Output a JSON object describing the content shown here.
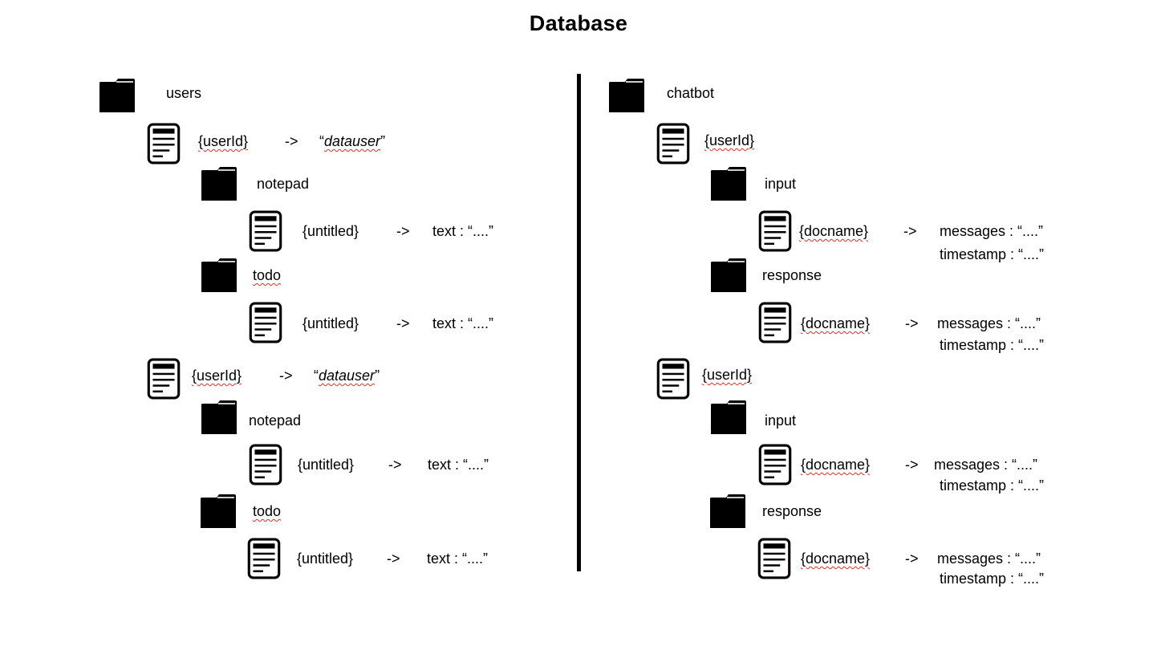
{
  "title": "Database",
  "left": {
    "root": {
      "icon": "folder-icon",
      "label": "users"
    },
    "doc1": {
      "icon": "document-icon",
      "key": "{userId}",
      "arrow": "->",
      "q_open": "“",
      "value": "datauser",
      "q_close": "”",
      "notepad": {
        "icon": "folder-icon",
        "label": "notepad",
        "doc": {
          "icon": "document-icon",
          "key": "{untitled}",
          "arrow": "->",
          "value": "text : “....”"
        }
      },
      "todo": {
        "icon": "folder-icon",
        "label": "todo",
        "doc": {
          "icon": "document-icon",
          "key": "{untitled}",
          "arrow": "->",
          "value": "text : “....”"
        }
      }
    },
    "doc2": {
      "icon": "document-icon",
      "key": "{userId}",
      "arrow": "->",
      "q_open": "“",
      "value": "datauser",
      "q_close": "”",
      "notepad": {
        "icon": "folder-icon",
        "label": "notepad",
        "doc": {
          "icon": "document-icon",
          "key": "{untitled}",
          "arrow": "->",
          "value": "text : “....”"
        }
      },
      "todo": {
        "icon": "folder-icon",
        "label": "todo",
        "doc": {
          "icon": "document-icon",
          "key": "{untitled}",
          "arrow": "->",
          "value": "text : “....”"
        }
      }
    }
  },
  "right": {
    "root": {
      "icon": "folder-icon",
      "label": "chatbot"
    },
    "doc1": {
      "icon": "document-icon",
      "key": "{userId}",
      "input": {
        "icon": "folder-icon",
        "label": "input",
        "doc": {
          "icon": "document-icon",
          "key": "{docname}",
          "arrow": "->",
          "messages": "messages : “....”",
          "timestamp": "timestamp : “....”"
        }
      },
      "response": {
        "icon": "folder-icon",
        "label": "response",
        "doc": {
          "icon": "document-icon",
          "key": "{docname}",
          "arrow": "->",
          "messages": "messages : “....”",
          "timestamp": "timestamp : “....”"
        }
      }
    },
    "doc2": {
      "icon": "document-icon",
      "key": "{userId}",
      "input": {
        "icon": "folder-icon",
        "label": "input",
        "doc": {
          "icon": "document-icon",
          "key": "{docname}",
          "arrow": "->",
          "messages": "messages : “....”",
          "timestamp": "timestamp : “....”"
        }
      },
      "response": {
        "icon": "folder-icon",
        "label": "response",
        "doc": {
          "icon": "document-icon",
          "key": "{docname}",
          "arrow": "->",
          "messages": "messages : “....”",
          "timestamp": "timestamp : “....”"
        }
      }
    }
  }
}
